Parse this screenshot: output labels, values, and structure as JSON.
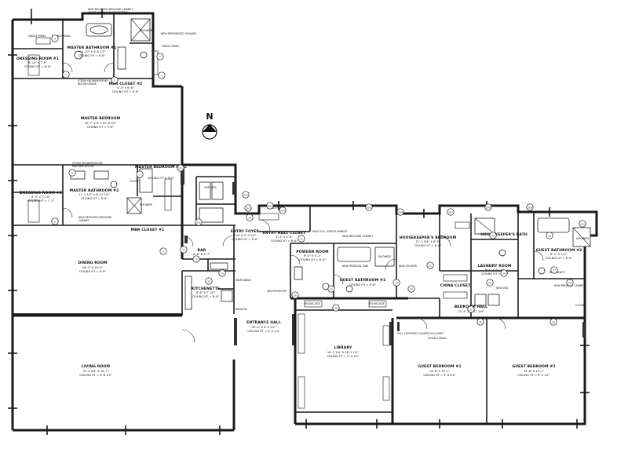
{
  "plan": {
    "north_label": "N",
    "rooms": [
      {
        "id": "master-bedroom",
        "name": "MASTER BEDROOM",
        "dims": "20'-7\" x 8' x 15'-8 1/2\"",
        "ceiling": "CEILING HT = 9'-6\""
      },
      {
        "id": "dressing-room-1",
        "name": "DRESSING ROOM #1",
        "dims": "8'-10\" x 7'-9\"",
        "ceiling": "CEILING HT = 8'-6\""
      },
      {
        "id": "master-bathroom-1",
        "name": "MASTER BATHROOM #1",
        "dims": "9'-1 1/2\" x 8'-6 1/2\"",
        "ceiling": "CEILING HT = 8'-6\""
      },
      {
        "id": "mbr-closet-2",
        "name": "MBR CLOSET #2",
        "dims": "4'-3\" x 6'-6\"",
        "ceiling": "CEILING HT = 8'-6\""
      },
      {
        "id": "dressing-room-2",
        "name": "DRESSING ROOM #2",
        "dims": "8'-9\" x 7'-10\"",
        "ceiling": "CEILING HT = 7'-1\""
      },
      {
        "id": "master-bathroom-2",
        "name": "MASTER BATHROOM #2",
        "dims": "11'-1 1/2\" x 6'-11 1/2\"",
        "ceiling": "CEILING HT = 8'-6\""
      },
      {
        "id": "master-bedroom-hall",
        "name": "MASTER BEDROOM HALL",
        "dims": "",
        "ceiling": "CEILING HT = 9'-0\""
      },
      {
        "id": "mbr-closet-1",
        "name": "MBR CLOSET #1",
        "dims": "",
        "ceiling": ""
      },
      {
        "id": "dining-room",
        "name": "DINING ROOM",
        "dims": "26'-4\" X 15'-9\"",
        "ceiling": "CEILING HT = 9'-6\""
      },
      {
        "id": "bar",
        "name": "BAR",
        "dims": "8'-6\" X 3'-7\"",
        "ceiling": ""
      },
      {
        "id": "kitchenette",
        "name": "KITCHENETTE",
        "dims": "8'-6\" X 7'-10\"",
        "ceiling": "CEILING HT = 8'-6\""
      },
      {
        "id": "living-room",
        "name": "LIVING ROOM",
        "dims": "32'-4 3/4\" X 18'-7\"",
        "ceiling": "CEILING HT = 9'-6 1/2\""
      },
      {
        "id": "entry-foyer",
        "name": "ENTRY FOYER",
        "dims": "6'-6\" X 5'-3 1/2\"",
        "ceiling": "CEILING HT = 8'-6\""
      },
      {
        "id": "entry-hall-closet",
        "name": "ENTRY HALL CLOSET",
        "dims": "4'-4\" X 3'-9\"",
        "ceiling": "CEILING HT = 8'-6\""
      },
      {
        "id": "entrance-hall",
        "name": "ENTRANCE HALL",
        "dims": "20'-5\" X 6'-0 1/2\"",
        "ceiling": "CEILING HT = 9'-0 1/2\""
      },
      {
        "id": "powder-room",
        "name": "POWDER ROOM",
        "dims": "6'-0\" X 4'-1\"",
        "ceiling": "CEILING HT = 8'-6\""
      },
      {
        "id": "guest-bathroom-1",
        "name": "GUEST BATHROOM #1",
        "dims": "",
        "ceiling": "CEILING HT = 8'-6\""
      },
      {
        "id": "library",
        "name": "LIBRARY",
        "dims": "18'-1 1/4\" X 18'-1 1/2\"",
        "ceiling": "CEILING HT = 9'-0 1/2\""
      },
      {
        "id": "housekeepers-bedroom",
        "name": "HOUSEKEEPER'S BEDROOM",
        "dims": "11'-2 3/4\" X 8'-0\"",
        "ceiling": "CEILING HT = 8'-6\""
      },
      {
        "id": "housekeepers-bath",
        "name": "HOUSEKEEPER'S BATH",
        "dims": "",
        "ceiling": ""
      },
      {
        "id": "china-closet",
        "name": "CHINA CLOSET",
        "dims": "",
        "ceiling": ""
      },
      {
        "id": "laundry-room",
        "name": "LAUNDRY ROOM",
        "dims": "8'-1\" X 5'-10\"",
        "ceiling": "CEILING HT = 8'-6\""
      },
      {
        "id": "guest-bathroom-2",
        "name": "GUEST BATHROOM #2",
        "dims": "8'-2\" X 5'-2\"",
        "ceiling": "CEILING HT = 8'-6\""
      },
      {
        "id": "bedroom-hall",
        "name": "BEDROOM HALL",
        "dims": "23'-4\" X 3'-11 3/4\"",
        "ceiling": ""
      },
      {
        "id": "guest-bedroom-1",
        "name": "GUEST BEDROOM #1",
        "dims": "14'-8\" X 13'-1\"",
        "ceiling": "CEILING HT = 9'-0 1/2\""
      },
      {
        "id": "guest-bedroom-2",
        "name": "GUEST BEDROOM #2",
        "dims": "14'-8\" X 13'-1\"",
        "ceiling": "CEILING HT = 9'-0 1/2\""
      }
    ],
    "annotations": {
      "mbath1_top": "NEW RECESSED MEDICINE CABINET",
      "mbath1_top2": "ABOVE MARBLE WAINSCOTTING",
      "mbath1_right": "NEW PERFORATED SHOWER",
      "mbath1_closet_note": "STEAM SHOWER/SMOKE",
      "mbath1_closet_note2": "BELOW GRADE",
      "mbath2_top": "STEAM SHOWER/SMOKE",
      "mbath2_top2": "MACHINE BELOW",
      "mbath2_bottom": "NEW RECESSED MEDICINE",
      "mbath2_bottom2": "CABINET",
      "single_panel": "SINGLE PANEL",
      "double_panel": "DOUBLE PANEL",
      "microwave": "MICROWAVE",
      "window": "WINDOW",
      "entry_closet_note": "NEW FULL LENGTH MIRROR",
      "powder_note": "NEW PEDESTAL SINK",
      "powder_note2": "NEW MEDICINE CABINET",
      "guest1_note": "NEW SHOWER",
      "library_note": "WEATHERSTRIP",
      "hall_closet_note": "FULL COFFERED LOCATED IN CLOSET",
      "laundry_note": "NEW W/D",
      "guest2_note": "NEW VANITY",
      "guest2_note2": "NEW MEDICINE CABINET",
      "bookcase": "BOOKCASE",
      "shower": "SHOWER",
      "closet": "CLOSET",
      "shelves": "SHELVES",
      "double_pane": "DOUBLE PANEL",
      "single_panel2": "SINGLE PANEL"
    },
    "markers": [
      "201",
      "202",
      "203",
      "204",
      "205",
      "206",
      "207",
      "208",
      "209",
      "210",
      "211",
      "212",
      "1",
      "2",
      "3",
      "4",
      "5",
      "6",
      "7",
      "8",
      "9",
      "10",
      "11",
      "12",
      "13",
      "14",
      "15",
      "16",
      "17",
      "18",
      "19",
      "20",
      "21",
      "22",
      "23",
      "24",
      "25",
      "26",
      "27",
      "28",
      "29",
      "30"
    ]
  }
}
